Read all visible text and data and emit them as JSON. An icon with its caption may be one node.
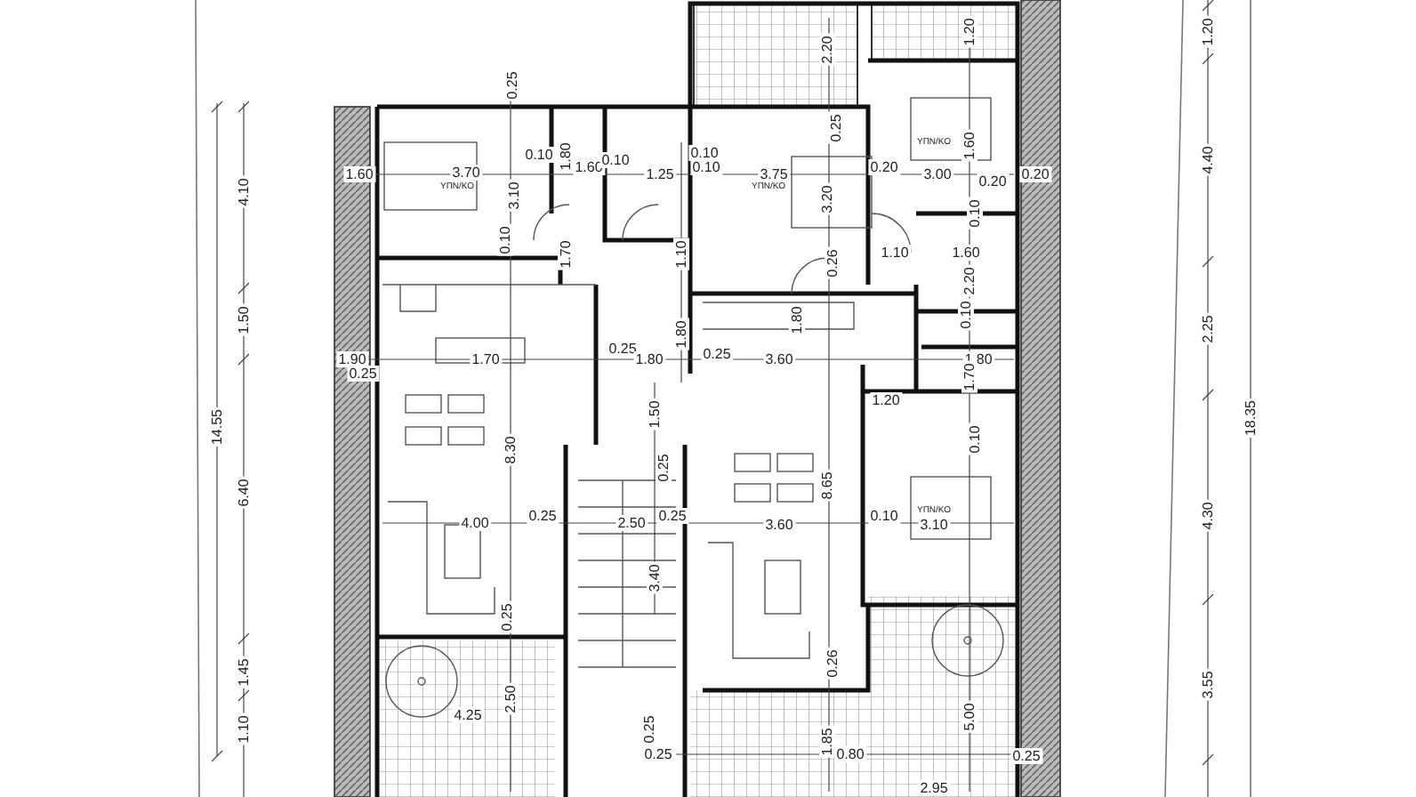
{
  "diagram": {
    "labels": [
      "1.20",
      "2.20",
      "1.20",
      "0.25",
      "0.25",
      "1.60",
      "3.70",
      "ΥΠΝ/ΚΟ",
      "0.10",
      "3.10",
      "1.80",
      "1.60",
      "0.10",
      "1.25",
      "0.10",
      "0.10",
      "3.75",
      "ΥΠΝ/ΚΟ",
      "3.20",
      "0.20",
      "ΥΠΝ/ΚΟ",
      "3.00",
      "0.20",
      "0.20",
      "1.60",
      "0.10",
      "0.10",
      "1.70",
      "1.10",
      "1.10",
      "1.60",
      "0.26",
      "2.20",
      "0.10",
      "1.80",
      "1.80",
      "1.90",
      "0.25",
      "1.70",
      "0.25",
      "1.80",
      "0.25",
      "3.60",
      "1.80",
      "1.70",
      "1.20",
      "1.50",
      "0.10",
      "8.30",
      "0.25",
      "8.65",
      "4.00",
      "0.25",
      "2.50",
      "0.25",
      "3.60",
      "0.10",
      "3.10",
      "ΥΠΝ/ΚΟ",
      "3.40",
      "0.25",
      "0.26",
      "2.50",
      "4.25",
      "5.00",
      "0.25",
      "1.85",
      "0.25",
      "0.80",
      "0.25",
      "2.95",
      "4.10",
      "1.50",
      "14.55",
      "6.40",
      "1.45",
      "1.10",
      "4.40",
      "2.25",
      "18.35",
      "4.30",
      "3.55"
    ]
  }
}
